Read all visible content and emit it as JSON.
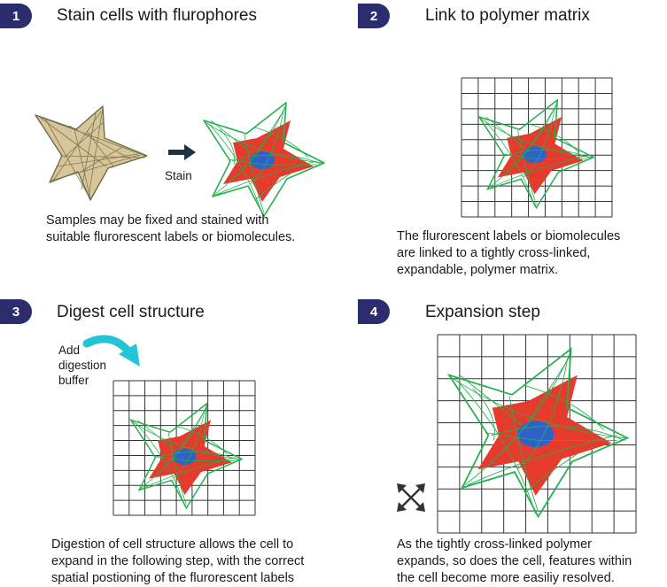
{
  "colors": {
    "badge": "#2b2d6e",
    "arrow_dark": "#1f3140",
    "arrow_teal": "#22c4d6",
    "cell_tan": "#d8c69a",
    "cell_tan_line": "#6f6b49",
    "green": "#22b14c",
    "red": "#e53b2c",
    "nucleus": "#2f62c9",
    "grid": "#333333"
  },
  "steps": [
    {
      "number": "1",
      "title": "Stain cells with flurophores",
      "description_lines": [
        "Samples may be fixed and stained with",
        "suitable flurorescent labels or biomolecules."
      ],
      "arrow_label": "Stain"
    },
    {
      "number": "2",
      "title": "Link to polymer matrix",
      "description_lines": [
        "The flurorescent labels or biomolecules",
        "are linked to a tightly cross-linked,",
        "expandable, polymer matrix."
      ]
    },
    {
      "number": "3",
      "title": "Digest cell structure",
      "description_lines": [
        "Digestion of cell structure allows the cell to",
        "expand in the following step, with the correct",
        "spatial postioning of the flurorescent labels"
      ],
      "buffer_lines": [
        "Add",
        "digestion",
        "buffer"
      ]
    },
    {
      "number": "4",
      "title": "Expansion step",
      "description_lines": [
        "As the tightly cross-linked polymer",
        "expands, so does the cell, features within",
        "the cell become more easiliy resolved."
      ]
    }
  ],
  "icons": {
    "stain_arrow": "right-arrow-icon",
    "buffer_arrow": "curved-arrow-icon",
    "expand": "expand-arrows-icon"
  }
}
